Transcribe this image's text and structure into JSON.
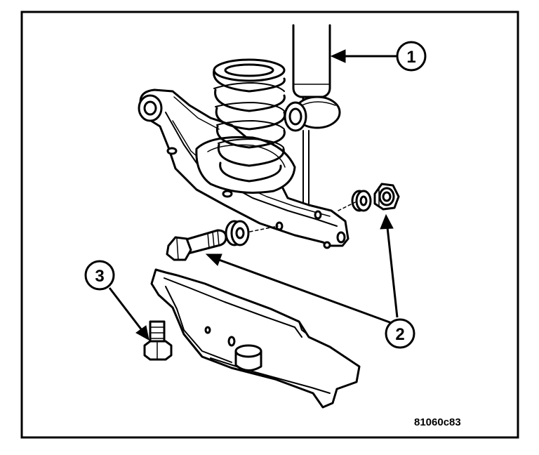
{
  "figure": {
    "code": "81060c83",
    "line_color": "#000000",
    "fill_color": "#ffffff"
  },
  "callouts": [
    {
      "number": "1"
    },
    {
      "number": "2"
    },
    {
      "number": "3"
    }
  ]
}
